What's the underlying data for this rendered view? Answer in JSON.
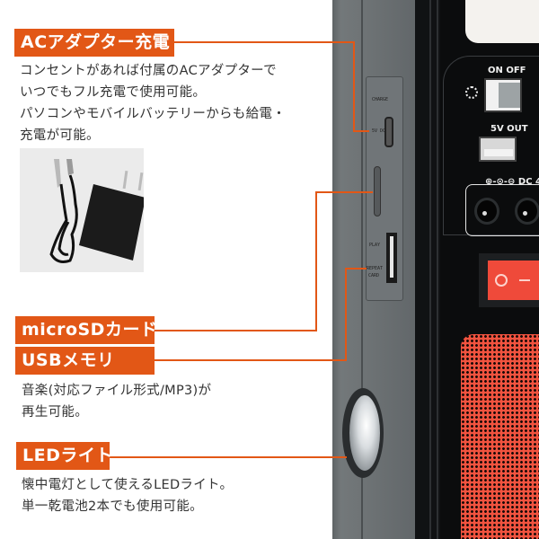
{
  "sections": {
    "ac_adapter": {
      "header": "ACアダプター充電",
      "desc_lines": [
        "コンセントがあれば付属のACアダプターで",
        "いつでもフル充電で使用可能。",
        "パソコンやモバイルバッテリーからも給電・",
        "充電が可能。"
      ],
      "photo_alt": "ACアダプターとUSBケーブル"
    },
    "microsd": {
      "header": "microSDカード"
    },
    "usb_memory": {
      "header": "USBメモリ",
      "desc_lines": [
        "音楽(対応ファイル形式/MP3)が",
        "再生可能。"
      ]
    },
    "led_light": {
      "header": "LEDライト",
      "desc_lines": [
        "懐中電灯として使えるLEDライト。",
        "単一乾電池2本でも使用可能。"
      ]
    }
  },
  "device": {
    "switch_label": "ON  OFF",
    "usb_out_label": "5V OUT",
    "dc_label": "⊕-⊙-⊖ DC 4",
    "side_labels": {
      "charge": "CHARGE",
      "dc_in": "5V DC",
      "play": "PLAY",
      "repeat": "REPEAT",
      "card": "CARD"
    }
  },
  "colors": {
    "accent": "#e25716",
    "speaker_red": "#f1533f",
    "device_body": "#101214",
    "device_side": "#6e7375"
  }
}
